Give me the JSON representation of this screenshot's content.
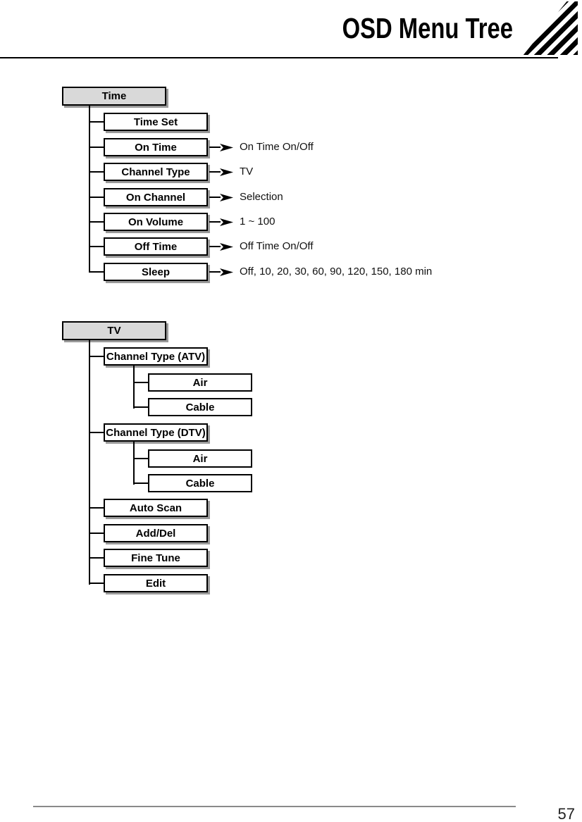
{
  "header": {
    "title": "OSD Menu Tree"
  },
  "footer": {
    "page_number": "57"
  },
  "time_tree": {
    "root": "Time",
    "items": [
      {
        "label": "Time Set",
        "value": ""
      },
      {
        "label": "On Time",
        "value": "On Time On/Off"
      },
      {
        "label": "Channel Type",
        "value": "TV"
      },
      {
        "label": "On Channel",
        "value": "Selection"
      },
      {
        "label": "On Volume",
        "value": "1 ~ 100"
      },
      {
        "label": "Off Time",
        "value": "Off Time On/Off"
      },
      {
        "label": "Sleep",
        "value": "Off, 10, 20, 30, 60, 90, 120, 150, 180 min"
      }
    ]
  },
  "tv_tree": {
    "root": "TV",
    "items": [
      {
        "label": "Channel Type (ATV)",
        "children": [
          {
            "label": "Air"
          },
          {
            "label": "Cable"
          }
        ]
      },
      {
        "label": "Channel Type (DTV)",
        "children": [
          {
            "label": "Air"
          },
          {
            "label": "Cable"
          }
        ]
      },
      {
        "label": "Auto Scan"
      },
      {
        "label": "Add/Del"
      },
      {
        "label": "Fine Tune"
      },
      {
        "label": "Edit"
      }
    ]
  },
  "colors": {
    "root_box_fill": "#d9d9d9",
    "box_border": "#000000",
    "box_shadow": "#9a9a9a",
    "footer_rule": "#8a8a8a",
    "text": "#000000"
  }
}
